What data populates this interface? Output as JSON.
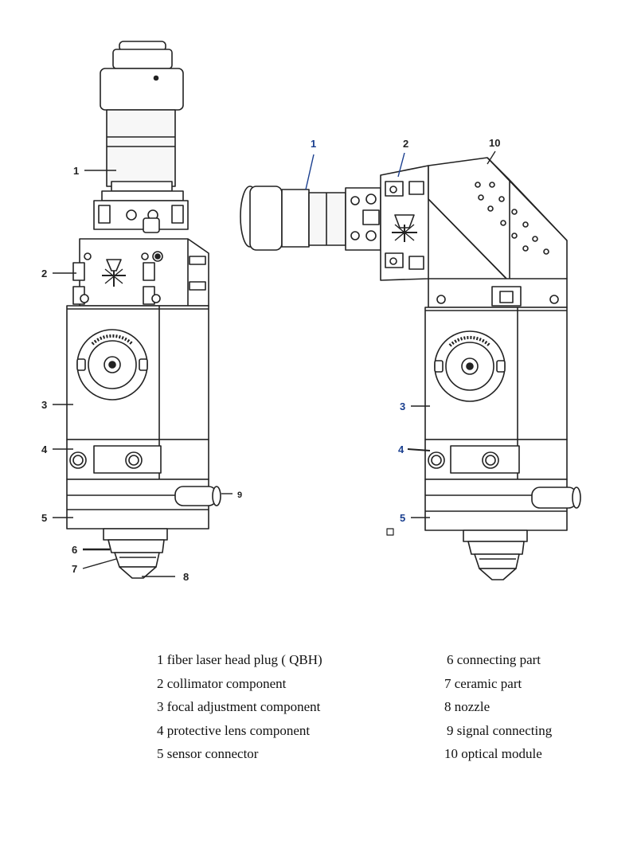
{
  "callouts": {
    "left": [
      "1",
      "2",
      "3",
      "4",
      "5",
      "6",
      "7",
      "8",
      "9"
    ],
    "right": [
      "1",
      "2",
      "10",
      "3",
      "4",
      "5"
    ]
  },
  "legend": {
    "left": [
      "1 fiber laser head plug ( QBH)",
      "2 collimator component",
      "3 focal adjustment component",
      "4 protective lens component",
      "5 sensor connector"
    ],
    "right": [
      "6 connecting part",
      "7 ceramic part",
      "8 nozzle",
      "9 signal connecting",
      "10 optical module"
    ]
  },
  "colors": {
    "line": "#222222",
    "callout_blue": "#1a3f8f",
    "callout_black": "#222222"
  }
}
